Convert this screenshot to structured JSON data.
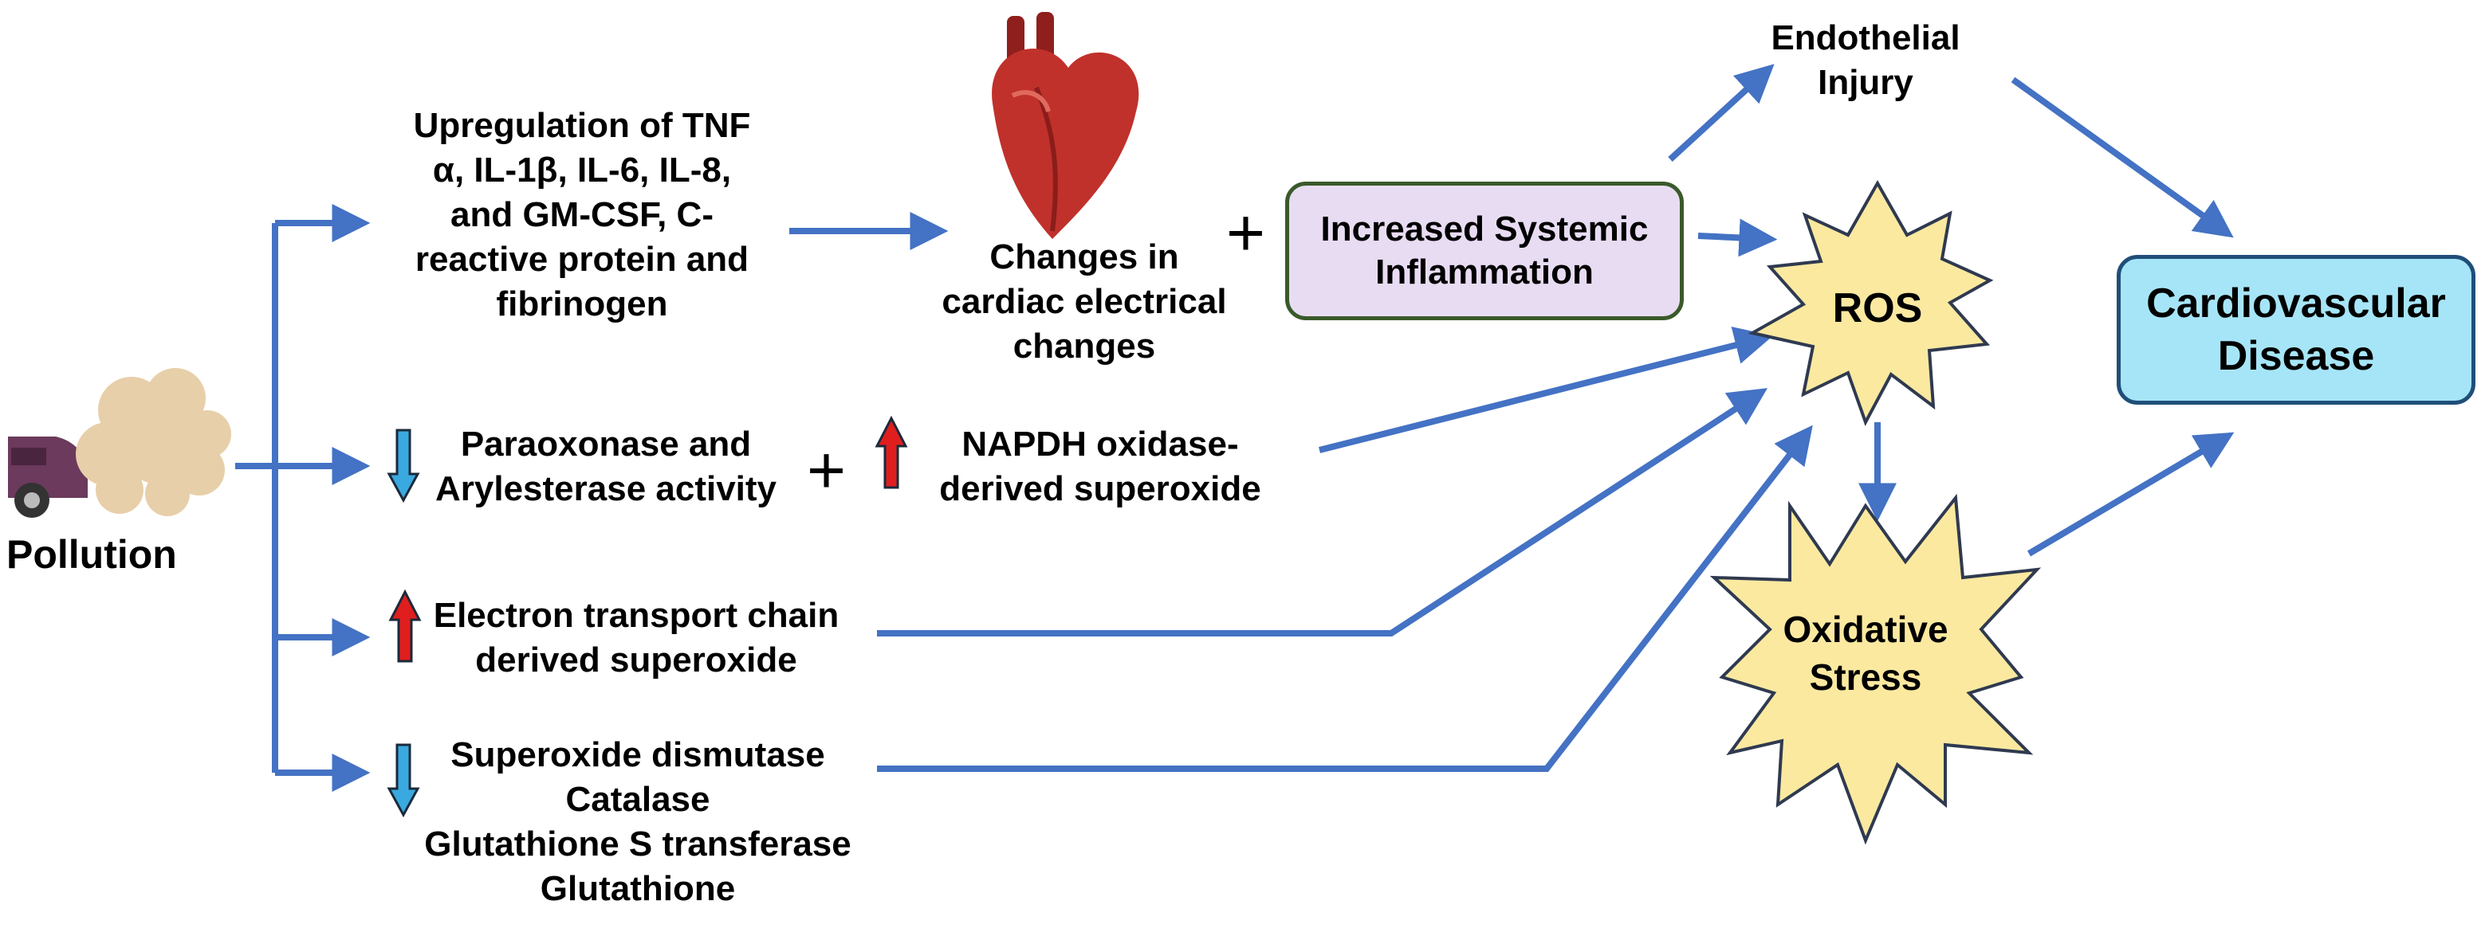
{
  "colors": {
    "arrow": "#4472c4",
    "inflammation_fill": "#e8dcf3",
    "inflammation_border": "#3a5a2a",
    "cvd_fill": "#a6e5f7",
    "cvd_border": "#1f4e79",
    "star_fill": "#fbe9a0",
    "star_border": "#2f3a50",
    "down_arrow": "#3aa9e0",
    "up_arrow": "#e01e1e",
    "heart": "#c0312b",
    "smoke": "#e7cfa9",
    "car": "#6b3a5c"
  },
  "nodes": {
    "pollution": "Pollution",
    "cytokines": [
      "Upregulation of TNF",
      "α, IL-1β, IL-6, IL-8,",
      "and GM-CSF, C-",
      "reactive protein and",
      "fibrinogen"
    ],
    "cardiac": [
      "Changes in",
      "cardiac electrical",
      "changes"
    ],
    "inflammation": [
      "Increased Systemic",
      "Inflammation"
    ],
    "endothelial": [
      "Endothelial",
      "Injury"
    ],
    "ros": "ROS",
    "oxidative": [
      "Oxidative",
      "Stress"
    ],
    "cvd": [
      "Cardiovascular",
      "Disease"
    ],
    "paraoxonase": [
      "Paraoxonase and",
      "Arylesterase activity"
    ],
    "napdh": [
      "NAPDH oxidase-",
      "derived superoxide"
    ],
    "etc": [
      "Electron transport chain",
      "derived superoxide"
    ],
    "antioxidants": [
      "Superoxide dismutase",
      "Catalase",
      "Glutathione S transferase",
      "Glutathione"
    ],
    "plus": "+"
  },
  "icons": {
    "car": "car-icon",
    "smoke": "smoke-cloud-icon",
    "heart": "heart-icon",
    "down": "down-arrow-icon",
    "up": "up-arrow-icon"
  }
}
